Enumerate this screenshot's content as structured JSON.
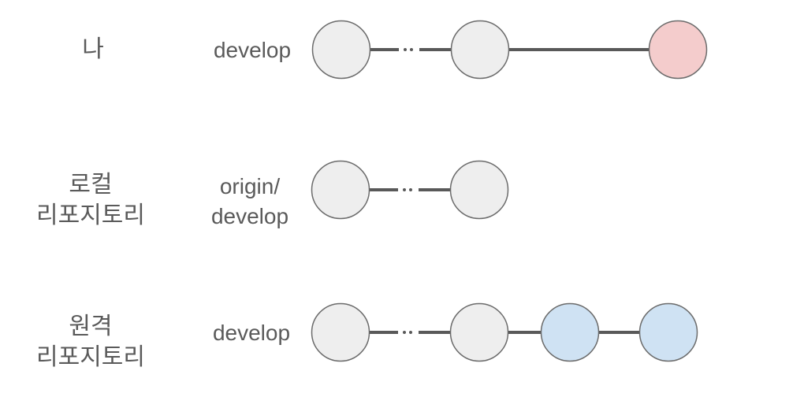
{
  "colors": {
    "line": "#595959",
    "node_stroke": "#6b6b6b",
    "node_gray": "#eeeeee",
    "node_red": "#f4cccc",
    "node_blue": "#cfe2f3",
    "text": "#5a5a5a"
  },
  "rows": [
    {
      "name": "me",
      "actor_lines": [
        "나"
      ],
      "branch_lines": [
        "develop"
      ],
      "commits": [
        "gray",
        "gray",
        "red"
      ],
      "links": [
        "dotted",
        "solid"
      ]
    },
    {
      "name": "local",
      "actor_lines": [
        "로컬",
        "리포지토리"
      ],
      "branch_lines": [
        "origin/",
        "develop"
      ],
      "commits": [
        "gray",
        "gray"
      ],
      "links": [
        "dotted"
      ]
    },
    {
      "name": "remote",
      "actor_lines": [
        "원격",
        "리포지토리"
      ],
      "branch_lines": [
        "develop"
      ],
      "commits": [
        "gray",
        "gray",
        "blue",
        "blue"
      ],
      "links": [
        "dotted",
        "solid",
        "solid"
      ]
    }
  ]
}
